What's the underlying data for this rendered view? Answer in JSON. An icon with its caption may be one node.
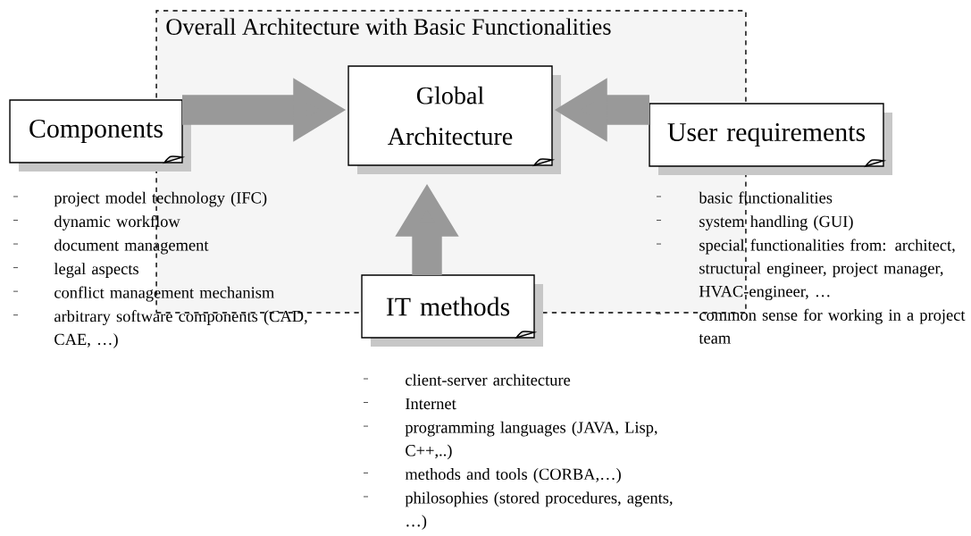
{
  "diagram": {
    "nodes": [
      {
        "text": [
          "Overall Architecture with Basic Functionalities"
        ]
      },
      {
        "text": [
          "Components"
        ],
        "beside": [
          "project model technology (IFC)",
          "dynamic workflow",
          "document management",
          "legal aspects",
          "conflict management mechanism",
          "arbitrary software components (CAD, CAE, …)"
        ]
      },
      {
        "text": [
          "Global Architecture"
        ],
        "in": 0
      },
      {
        "text": [
          "User requirements"
        ],
        "beside": [
          "basic functionalities",
          "system handling (GUI)",
          "special functionalities from: architect, structural engineer, project manager, HVAC-engineer, …",
          "common sense for working in a project team"
        ]
      },
      {
        "text": [
          "IT methods"
        ],
        "beside": [
          "client-server architecture",
          "Internet",
          "programming languages (JAVA, Lisp, C++,..)",
          "methods and tools (CORBA,…)",
          "philosophies (stored procedures, agents, …)"
        ]
      }
    ],
    "edges": [
      {
        "from": 1,
        "to": 2,
        "arrow": "to"
      },
      {
        "from": 3,
        "to": 2,
        "arrow": "to"
      },
      {
        "from": 4,
        "to": 2,
        "arrow": "to"
      }
    ]
  }
}
